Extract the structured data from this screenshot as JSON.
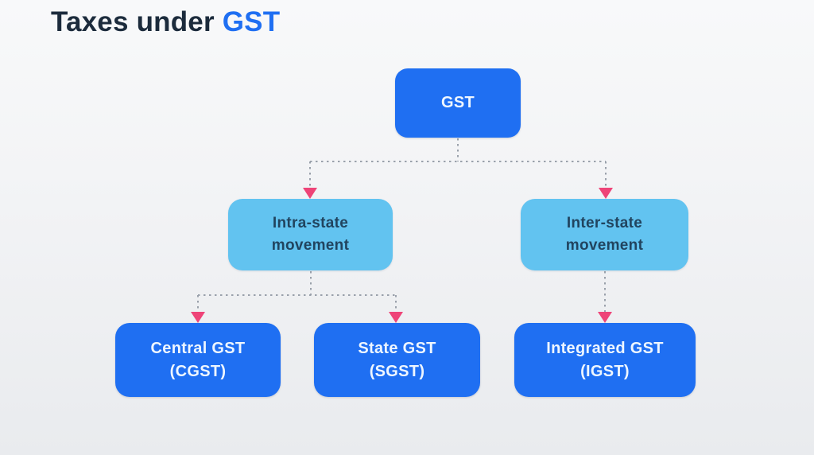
{
  "title": {
    "prefix": "Taxes under ",
    "highlight": "GST"
  },
  "colors": {
    "title_dark": "#1c2b3c",
    "primary_blue": "#1f6ff2",
    "light_blue": "#62c3f0",
    "arrow_pink": "#ee4478",
    "connector_gray": "#9aa1ab",
    "background_top": "#f8f9fa",
    "background_bottom": "#e9ebee"
  },
  "nodes": {
    "root": {
      "label": "GST"
    },
    "intra": {
      "line1": "Intra-state",
      "line2": "movement"
    },
    "inter": {
      "line1": "Inter-state",
      "line2": "movement"
    },
    "cgst": {
      "line1": "Central GST",
      "line2": "(CGST)"
    },
    "sgst": {
      "line1": "State GST",
      "line2": "(SGST)"
    },
    "igst": {
      "line1": "Integrated GST",
      "line2": "(IGST)"
    }
  }
}
